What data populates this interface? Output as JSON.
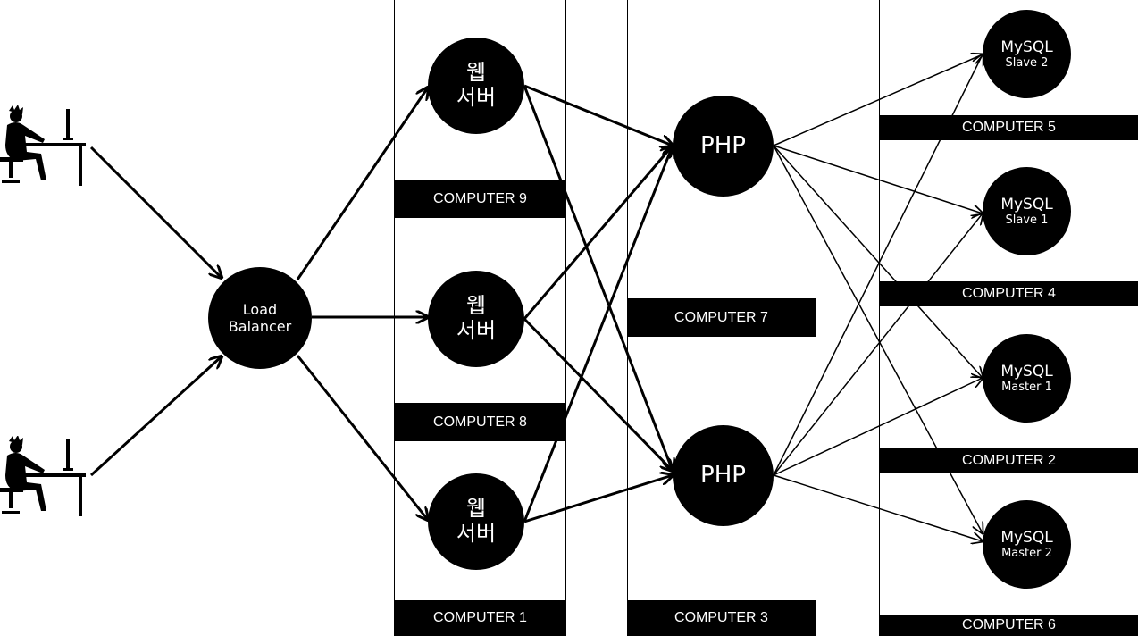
{
  "users": [
    {
      "name": "user-top",
      "icon": "person-at-computer-icon"
    },
    {
      "name": "user-bottom",
      "icon": "person-at-computer-icon"
    }
  ],
  "load_balancer": {
    "line1": "Load",
    "line2": "Balancer"
  },
  "web_servers": [
    {
      "line1": "웹",
      "line2": "서버"
    },
    {
      "line1": "웹",
      "line2": "서버"
    },
    {
      "line1": "웹",
      "line2": "서버"
    }
  ],
  "php_servers": [
    {
      "label": "PHP"
    },
    {
      "label": "PHP"
    }
  ],
  "databases": [
    {
      "line1": "MySQL",
      "line2": "Slave 2"
    },
    {
      "line1": "MySQL",
      "line2": "Slave 1"
    },
    {
      "line1": "MySQL",
      "line2": "Master 1"
    },
    {
      "line1": "MySQL",
      "line2": "Master 2"
    }
  ],
  "computers": {
    "c9": "COMPUTER 9",
    "c8": "COMPUTER 8",
    "c1": "COMPUTER 1",
    "c7": "COMPUTER 7",
    "c3": "COMPUTER 3",
    "c5": "COMPUTER 5",
    "c4": "COMPUTER 4",
    "c2": "COMPUTER 2",
    "c6": "COMPUTER 6"
  },
  "colors": {
    "node": "#000000",
    "text": "#ffffff",
    "line": "#000000",
    "background": "#ffffff"
  }
}
